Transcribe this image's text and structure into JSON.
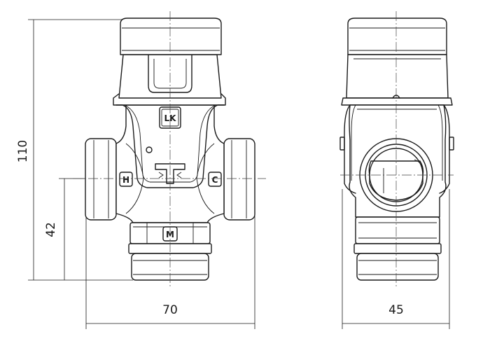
{
  "dimensions": {
    "height_total": "110",
    "height_center": "42",
    "width_front": "70",
    "width_side": "45"
  },
  "port_labels": {
    "hot": "H",
    "cold": "C",
    "mixed": "M"
  },
  "logo_text": "LK"
}
